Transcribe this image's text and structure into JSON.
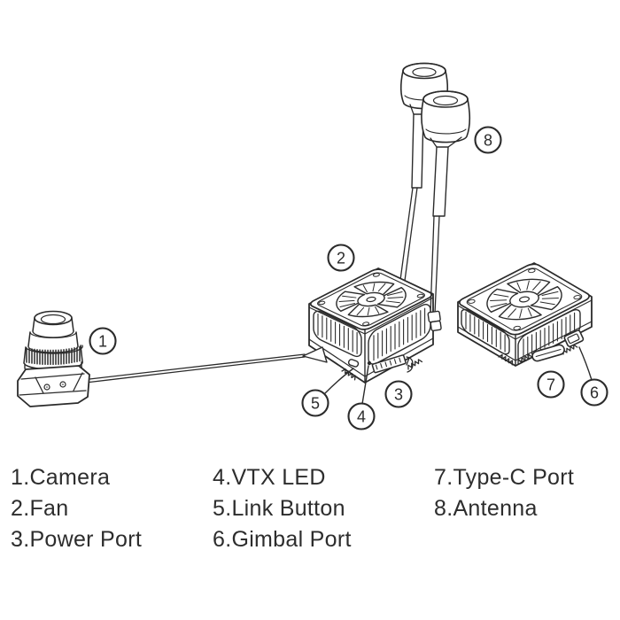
{
  "colors": {
    "line": "#2b2b2b",
    "text": "#2d2d2d",
    "background": "#ffffff",
    "led_dot": "#2b2b2b"
  },
  "figure": {
    "description": "Exploded line-art diagram of FPV camera, VTX unit with fan and two mushroom antennas, and companion unit",
    "callouts": {
      "camera": "1",
      "fan": "2",
      "power_port": "3",
      "vtx_led": "4",
      "link_button": "5",
      "gimbal_port": "6",
      "type_c_port": "7",
      "antenna": "8"
    }
  },
  "legend": {
    "columns": [
      {
        "items": [
          "1.Camera",
          "2.Fan",
          "3.Power Port"
        ]
      },
      {
        "items": [
          "4.VTX LED",
          "5.Link Button",
          "6.Gimbal Port"
        ]
      },
      {
        "items": [
          "7.Type-C Port",
          "8.Antenna"
        ]
      }
    ]
  }
}
